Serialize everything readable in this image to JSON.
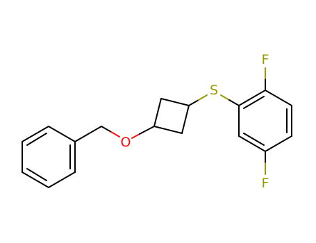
{
  "molecule": {
    "atoms": {
      "oxygen": {
        "symbol": "O",
        "color": "#ff0d0d"
      },
      "sulfur": {
        "symbol": "S",
        "color": "#999900"
      },
      "fluorine_top": {
        "symbol": "F",
        "color": "#999900"
      },
      "fluorine_bottom": {
        "symbol": "F",
        "color": "#999900"
      }
    },
    "colors": {
      "bond": "#000000",
      "background": "#ffffff"
    }
  }
}
